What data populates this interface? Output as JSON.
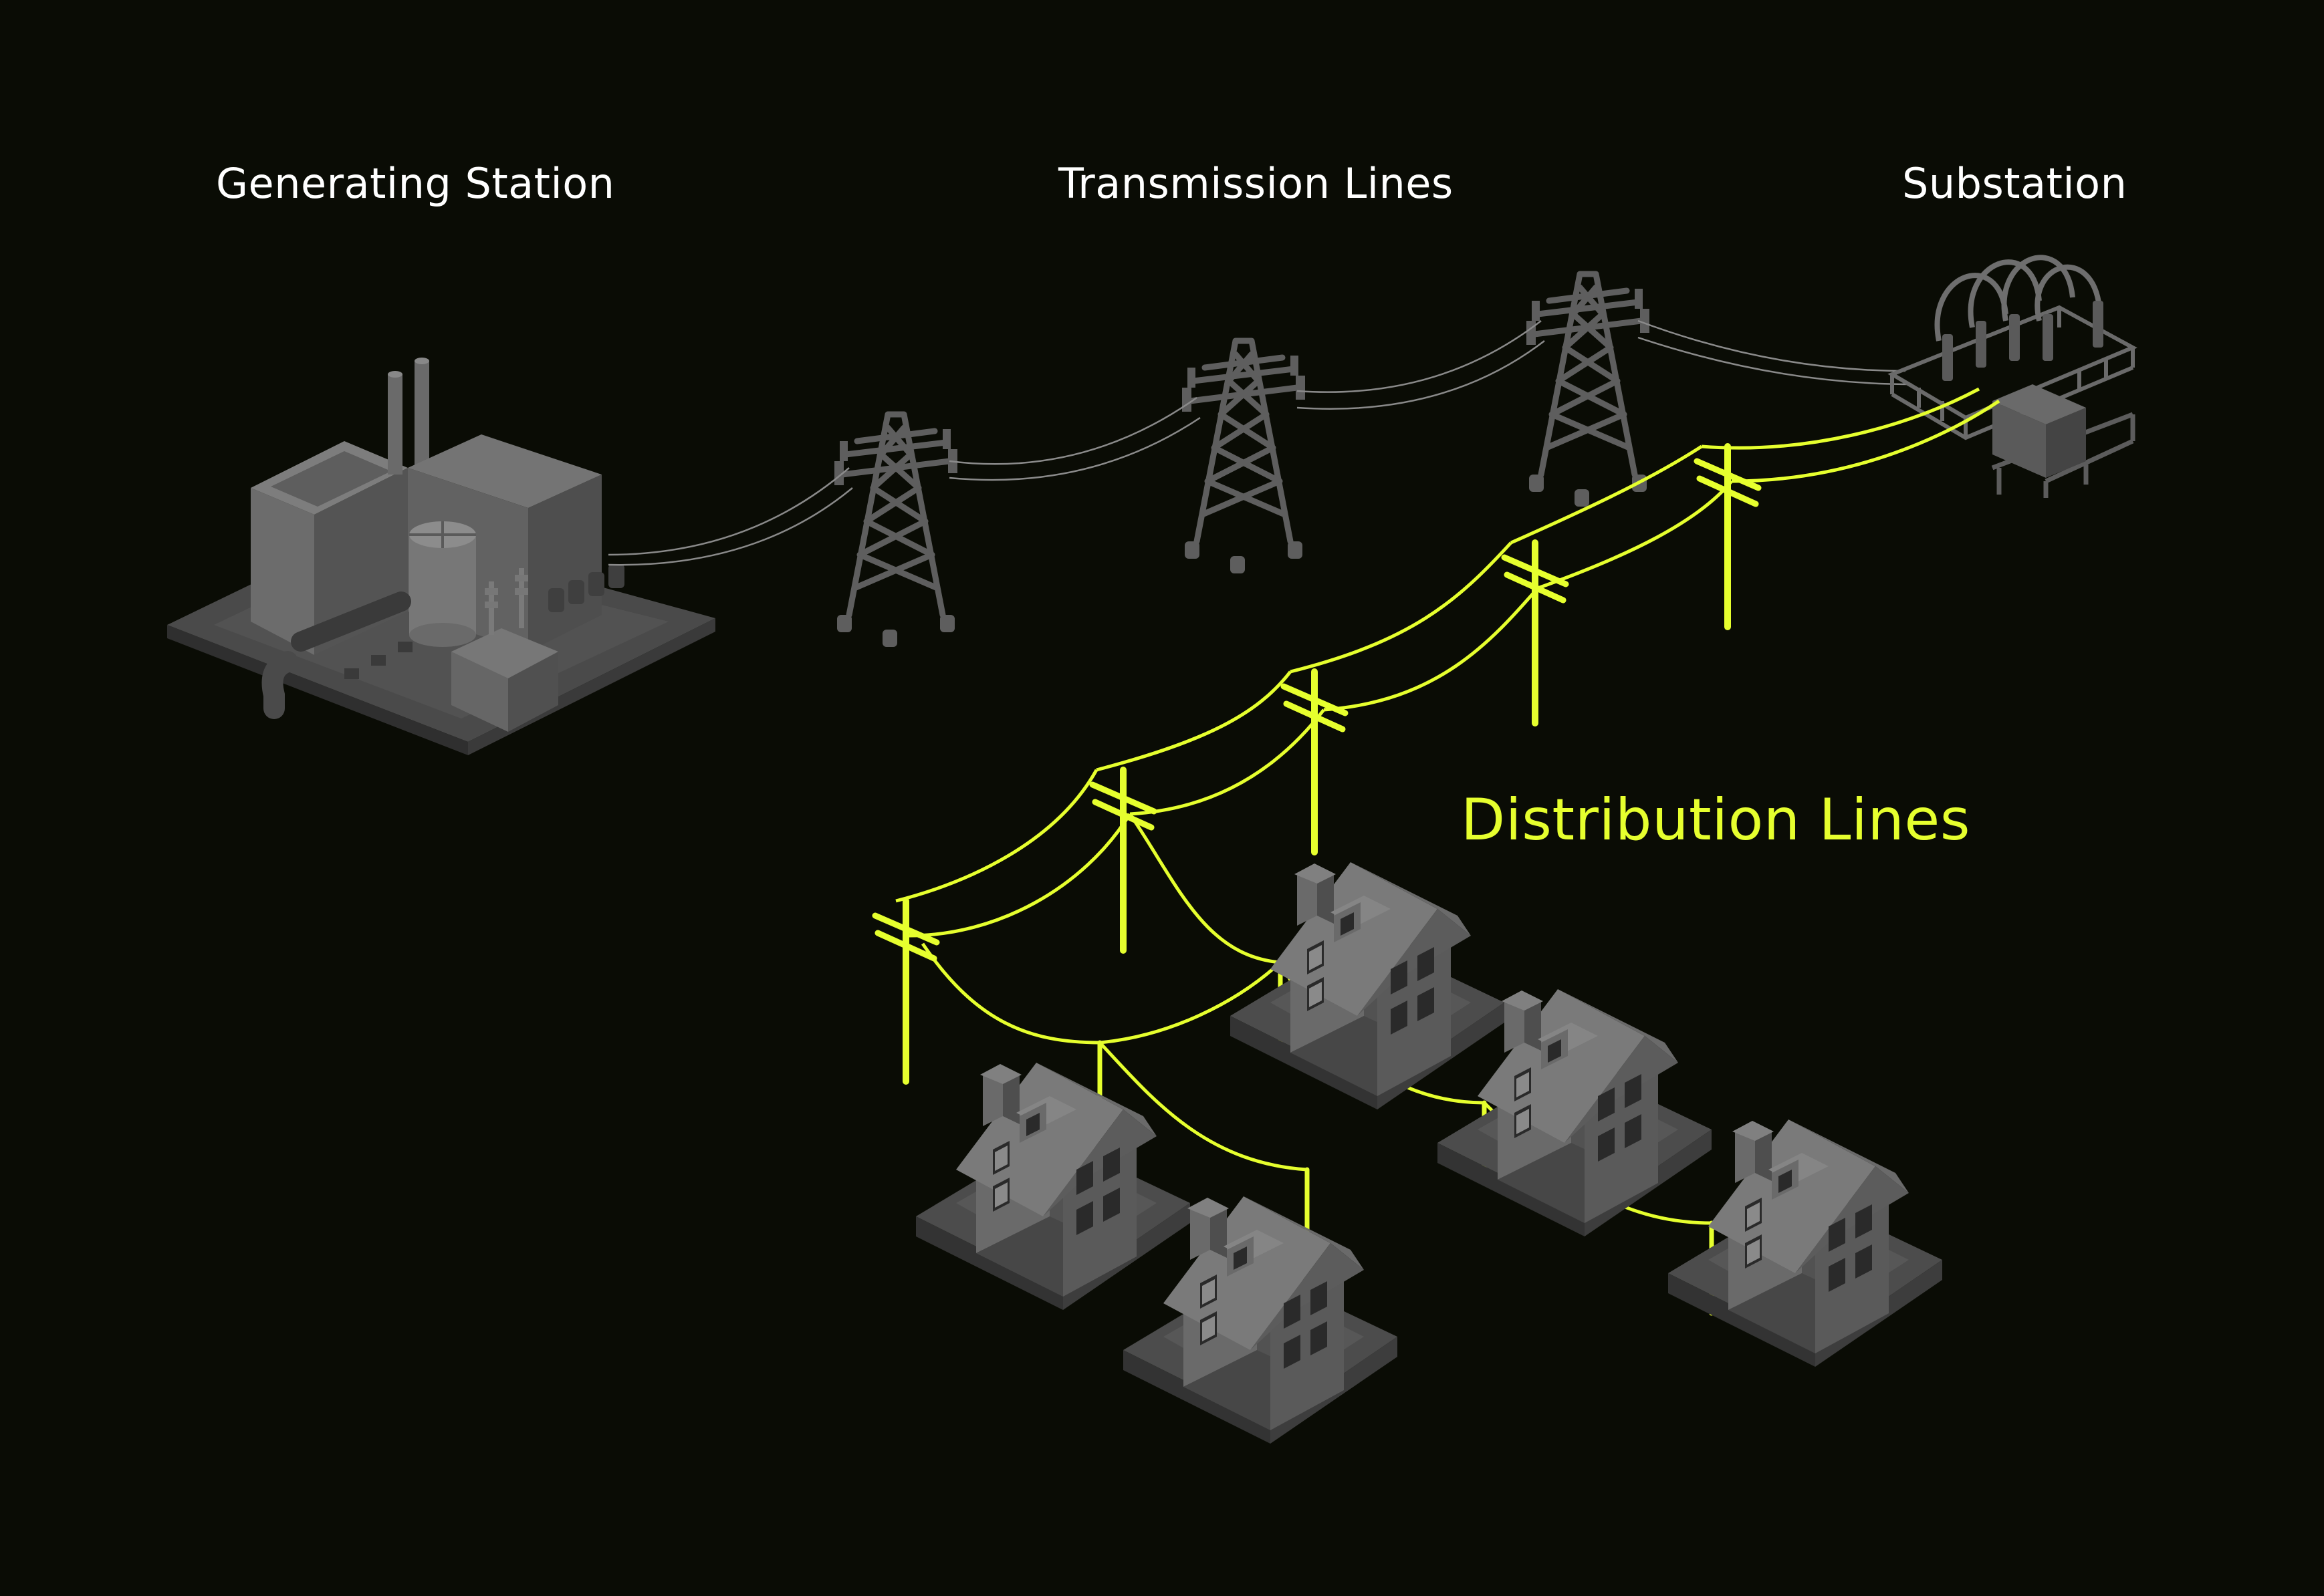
{
  "labels": {
    "generating_station": "Generating Station",
    "transmission_lines": "Transmission Lines",
    "substation": "Substation",
    "distribution_lines": "Distribution Lines"
  },
  "colors": {
    "background": "#0a0c05",
    "label_text": "#ffffff",
    "distribution_accent": "#e6ff2e",
    "infrastructure": "#5a5a5a",
    "infrastructure_dark": "#3a3a3a",
    "infrastructure_light": "#7a7a7a",
    "transmission_wire": "#8a8a8a"
  },
  "icons": {
    "generating_station": "power-plant-icon",
    "transmission_tower": "transmission-tower-icon",
    "substation": "substation-icon",
    "utility_pole": "utility-pole-icon",
    "house": "house-icon"
  }
}
